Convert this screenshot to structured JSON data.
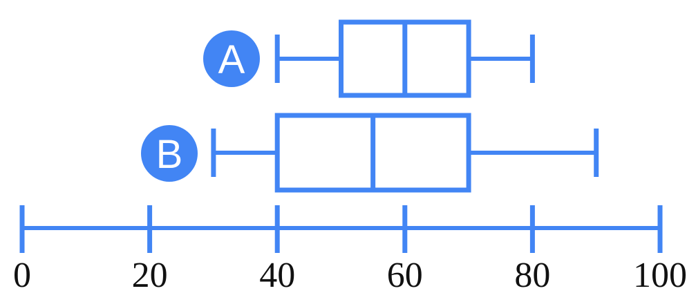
{
  "chart_data": {
    "type": "boxplot",
    "orientation": "horizontal",
    "title": "",
    "xlabel": "",
    "ylabel": "",
    "axis": {
      "min": 0,
      "max": 100,
      "ticks": [
        0,
        20,
        40,
        60,
        80,
        100
      ],
      "tick_labels": [
        "0",
        "20",
        "40",
        "60",
        "80",
        "100"
      ]
    },
    "series": [
      {
        "name": "A",
        "min": 40,
        "q1": 50,
        "median": 60,
        "q3": 70,
        "max": 80
      },
      {
        "name": "B",
        "min": 30,
        "q1": 40,
        "median": 55,
        "q3": 70,
        "max": 90
      }
    ],
    "legend_position": "left-circle-badges",
    "grid": false,
    "colors": {
      "stroke": "#4285F4",
      "box_fill": "#ffffff",
      "label_circle_fill": "#4285F4",
      "label_text": "#ffffff",
      "axis_text": "#111111"
    }
  }
}
